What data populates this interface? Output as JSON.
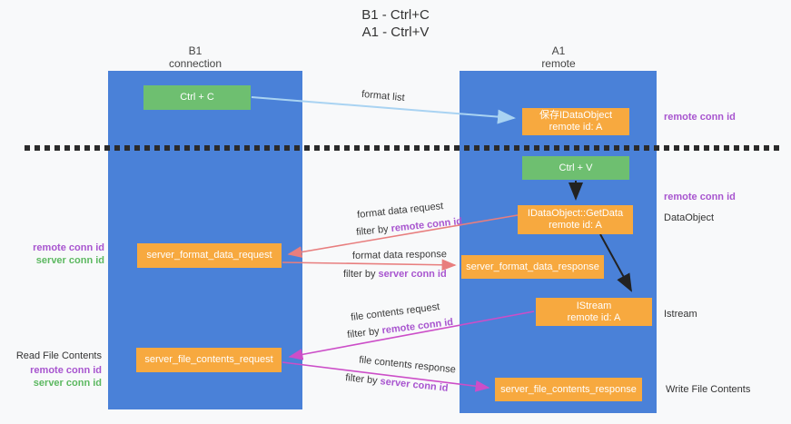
{
  "title": {
    "line1": "B1 - Ctrl+C",
    "line2": "A1 - Ctrl+V"
  },
  "lanes": {
    "b1": {
      "name": "B1",
      "role": "connection"
    },
    "a1": {
      "name": "A1",
      "role": "remote"
    }
  },
  "nodes": {
    "ctrl_c": {
      "label": "Ctrl + C"
    },
    "save_dataobject": {
      "line1": "保存IDataObject",
      "line2": "remote id: A"
    },
    "ctrl_v": {
      "label": "Ctrl + V"
    },
    "getdata": {
      "line1": "IDataObject::GetData",
      "line2": "remote id: A"
    },
    "istream": {
      "line1": "IStream",
      "line2": "remote id: A"
    },
    "server_format_data_request": {
      "label": "server_format_data_request"
    },
    "server_format_data_response": {
      "label": "server_format_data_response"
    },
    "server_file_contents_request": {
      "label": "server_file_contents_request"
    },
    "server_file_contents_response": {
      "label": "server_file_contents_response"
    }
  },
  "flow_labels": {
    "format_list": "format list",
    "format_data_request": "format data request",
    "filter_by_remote_1": {
      "prefix": "filter by ",
      "highlight": "remote conn id"
    },
    "format_data_response": "format data response",
    "filter_by_server_1": {
      "prefix": "filter by ",
      "highlight": "server conn id"
    },
    "file_contents_request": "file contents request",
    "filter_by_remote_2": {
      "prefix": "filter by ",
      "highlight": "remote conn id"
    },
    "file_contents_response": "file contents response",
    "filter_by_server_2": {
      "prefix": "filter by ",
      "highlight": "server conn id"
    }
  },
  "side_labels": {
    "right_remote_conn_1": "remote conn id",
    "right_remote_conn_2": "remote conn id",
    "dataobject": "DataObject",
    "istream": "Istream",
    "write_file_contents": "Write File Contents",
    "left_remote_conn_1": "remote conn id",
    "left_server_conn_1": "server conn id",
    "read_file_contents": "Read File Contents",
    "left_remote_conn_2": "remote conn id",
    "left_server_conn_2": "server conn id"
  },
  "colors": {
    "lane_blue": "#4a81d8",
    "node_orange": "#f7a93f",
    "node_green": "#6ebf70",
    "remote_conn_purple": "#a855cf",
    "server_conn_green": "#5cb860",
    "arrow_salmon": "#e87e7e",
    "arrow_magenta": "#cc4ec8",
    "arrow_light_blue": "#a9d3f2",
    "arrow_black": "#222222",
    "text_dark": "#3c3c3c",
    "background": "#f8f9fa"
  }
}
